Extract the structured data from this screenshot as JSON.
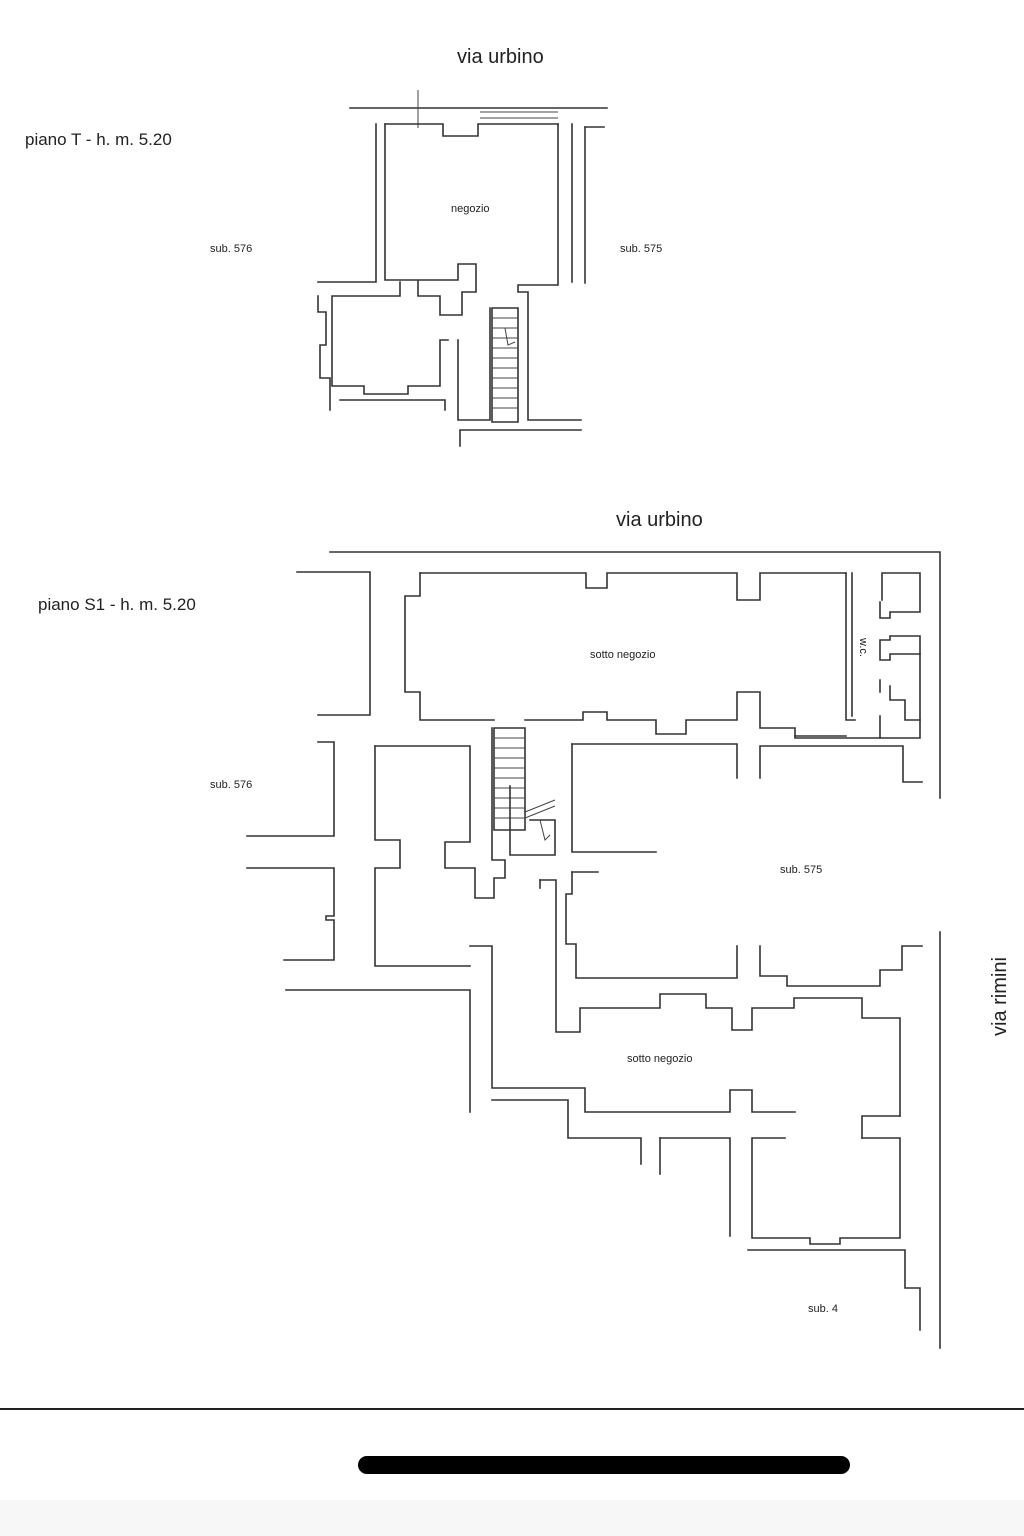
{
  "ground_floor": {
    "street_label": "via urbino",
    "floor_label": "piano T - h. m. 5.20",
    "room_label": "negozio",
    "neighbor_left": "sub. 576",
    "neighbor_right": "sub. 575"
  },
  "basement_floor": {
    "street_label": "via urbino",
    "floor_label": "piano S1 - h. m. 5.20",
    "room_label_top": "sotto negozio",
    "room_label_bottom": "sotto negozio",
    "wc_label": "w.c.",
    "neighbor_left": "sub. 576",
    "neighbor_right": "sub. 575",
    "neighbor_bottom": "sub. 4",
    "side_street_label": "via rimini"
  }
}
